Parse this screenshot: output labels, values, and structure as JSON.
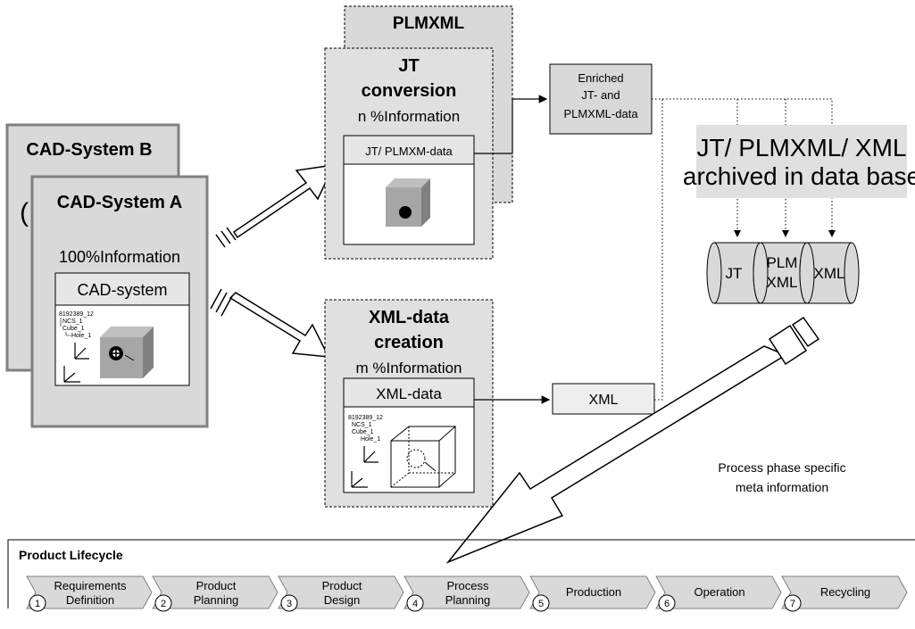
{
  "cad": {
    "system_b": "CAD-System B",
    "system_a": "CAD-System A",
    "info": "100%Information",
    "inner_title": "CAD-system",
    "tree": [
      "8192389_12",
      "NCS_1",
      "Cube_1",
      "Hole_1"
    ]
  },
  "plmxml": {
    "title": "PLMXML"
  },
  "jt": {
    "title_line1": "JT",
    "title_line2": "conversion",
    "info": "n %Information",
    "inner_title": "JT/ PLMXM-data"
  },
  "xmlbox": {
    "title_line1": "XML-data",
    "title_line2": "creation",
    "info": "m %Information",
    "inner_title": "XML-data",
    "tree": [
      "8192389_12",
      "NCS_1",
      "Cube_1",
      "Hole_1"
    ]
  },
  "enriched": {
    "line1": "Enriched",
    "line2": "JT- and",
    "line3": "PLMXML-data"
  },
  "xml_label": "XML",
  "archive": {
    "line1": "JT/ PLMXML/ XML",
    "line2": "archived in data base"
  },
  "db": {
    "jt": "JT",
    "plm_line1": "PLM",
    "plm_line2": "XML",
    "xml": "XML"
  },
  "meta": {
    "line1": "Process phase specific",
    "line2": "meta information"
  },
  "lifecycle": {
    "title": "Product Lifecycle",
    "phases": [
      {
        "num": "1",
        "line1": "Requirements",
        "line2": "Definition"
      },
      {
        "num": "2",
        "line1": "Product",
        "line2": "Planning"
      },
      {
        "num": "3",
        "line1": "Product",
        "line2": "Design"
      },
      {
        "num": "4",
        "line1": "Process",
        "line2": "Planning"
      },
      {
        "num": "5",
        "line1": "Production",
        "line2": ""
      },
      {
        "num": "6",
        "line1": "Operation",
        "line2": ""
      },
      {
        "num": "7",
        "line1": "Recycling",
        "line2": ""
      }
    ]
  },
  "colors": {
    "box_fill": "#d9d9d9",
    "label_fill": "#e6e6e6",
    "border": "#808080"
  }
}
